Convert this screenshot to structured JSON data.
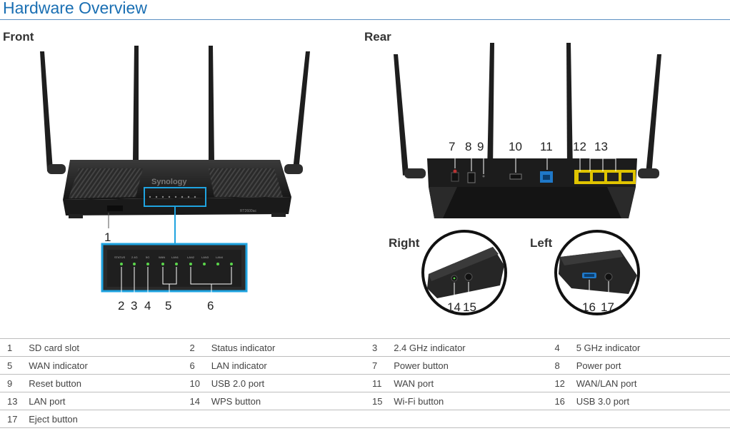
{
  "header": {
    "title": "Hardware Overview"
  },
  "sections": {
    "front": "Front",
    "rear": "Rear",
    "right": "Right",
    "left": "Left"
  },
  "device": {
    "brand": "Synology",
    "model": "RT2600ac",
    "led_labels": [
      "STATUS",
      "2.4G",
      "5G",
      "WAN",
      "LAN1",
      "LAN2",
      "LAN3",
      "LAN4"
    ]
  },
  "callouts": {
    "front": [
      "1"
    ],
    "front_zoom": [
      "2",
      "3",
      "4",
      "5",
      "6"
    ],
    "rear": [
      "7",
      "8",
      "9",
      "10",
      "11",
      "12",
      "13"
    ],
    "right": [
      "14",
      "15"
    ],
    "left": [
      "16",
      "17"
    ]
  },
  "colors": {
    "title": "#1a6fb3",
    "zoom_border": "#1fa3e0",
    "led": "#5bd64b",
    "port": "#e0c400",
    "wan_port": "#1f78c8"
  },
  "parts_table": [
    [
      [
        "1",
        "SD card slot"
      ],
      [
        "2",
        "Status indicator"
      ],
      [
        "3",
        "2.4 GHz indicator"
      ],
      [
        "4",
        "5 GHz indicator"
      ]
    ],
    [
      [
        "5",
        "WAN indicator"
      ],
      [
        "6",
        "LAN indicator"
      ],
      [
        "7",
        "Power button"
      ],
      [
        "8",
        "Power port"
      ]
    ],
    [
      [
        "9",
        "Reset button"
      ],
      [
        "10",
        "USB 2.0 port"
      ],
      [
        "11",
        "WAN port"
      ],
      [
        "12",
        "WAN/LAN port"
      ]
    ],
    [
      [
        "13",
        "LAN port"
      ],
      [
        "14",
        "WPS button"
      ],
      [
        "15",
        "Wi-Fi button"
      ],
      [
        "16",
        "USB 3.0 port"
      ]
    ],
    [
      [
        "17",
        "Eject button"
      ]
    ]
  ]
}
